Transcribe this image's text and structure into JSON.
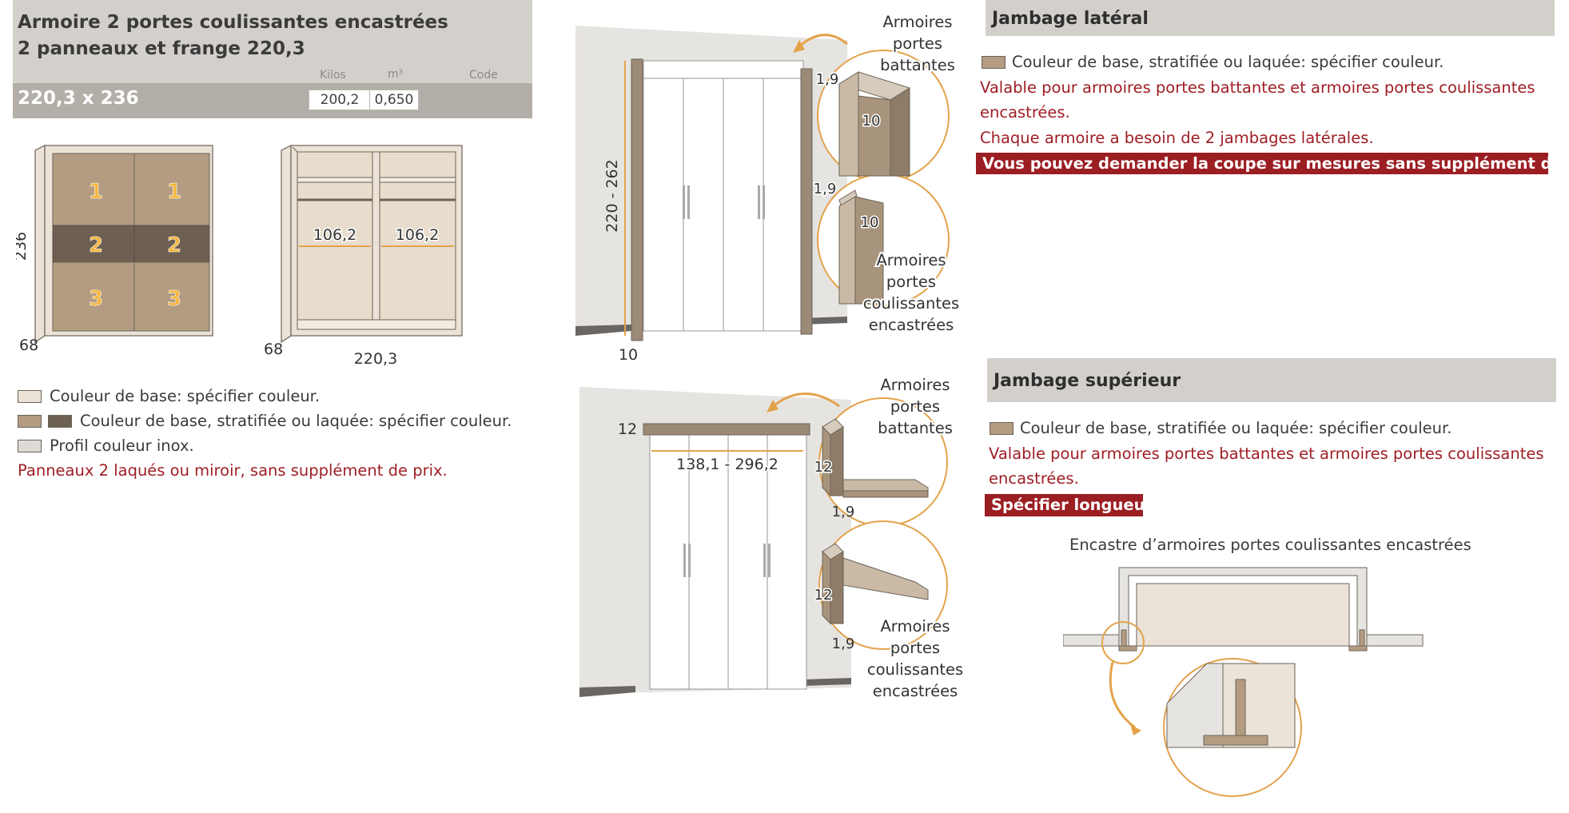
{
  "product": {
    "title_line1": "Armoire 2 portes coulissantes encastrées",
    "title_line2": "2 panneaux et frange 220,3",
    "col_kilos": "Kilos",
    "col_m3": "m³",
    "col_code": "Code",
    "dimensions": "220,3 x 236",
    "kilos": "200,2",
    "m3": "0,650",
    "code": ""
  },
  "front_view": {
    "height_label": "236",
    "depth_label": "68",
    "panel_numbers": [
      "1",
      "1",
      "2",
      "2",
      "3",
      "3"
    ]
  },
  "interior_view": {
    "depth_label": "68",
    "width_label": "220,3",
    "left_width": "106,2",
    "right_width": "106,2"
  },
  "legend": {
    "item1": "Couleur de base: spécifier couleur.",
    "item2": "Couleur de base, stratifiée ou laquée: spécifier couleur.",
    "item3": "Profil couleur inox.",
    "note": "Panneaux 2 laqués ou miroir, sans supplément de prix."
  },
  "lateral_diagram": {
    "height_range": "220 - 262",
    "thickness": "10",
    "label_hinged_1": "Armoires",
    "label_hinged_2": "portes",
    "label_hinged_3": "battantes",
    "detail1_a": "1,9",
    "detail1_b": "10",
    "detail2_a": "1,9",
    "detail2_b": "10",
    "label_sliding_1": "Armoires",
    "label_sliding_2": "portes",
    "label_sliding_3": "coulissantes",
    "label_sliding_4": "encastrées"
  },
  "top_diagram": {
    "thickness": "12",
    "width_range": "138,1 - 296,2",
    "label_hinged_1": "Armoires",
    "label_hinged_2": "portes",
    "label_hinged_3": "battantes",
    "detail1_a": "12",
    "detail1_b": "1,9",
    "detail2_a": "12",
    "detail2_b": "1,9",
    "label_sliding_1": "Armoires",
    "label_sliding_2": "portes",
    "label_sliding_3": "coulissantes",
    "label_sliding_4": "encastrées"
  },
  "jambage_lateral": {
    "heading": "Jambage latéral",
    "swatch_text": "Couleur de base, stratifiée ou laquée: spécifier couleur.",
    "red1a": "Valable pour armoires portes battantes et armoires portes coulissantes",
    "red1b": "encastrées.",
    "red2": "Chaque armoire a besoin de 2 jambages latérales.",
    "highlight": "Vous pouvez demander la coupe sur mesures sans supplément de prix."
  },
  "jambage_superieur": {
    "heading": "Jambage supérieur",
    "swatch_text": "Couleur de base, stratifiée ou laquée: spécifier couleur.",
    "red1a": "Valable pour armoires portes battantes et armoires portes coulissantes",
    "red1b": "encastrées.",
    "highlight": "Spécifier longueur.",
    "inset_caption": "Encastre d’armoires portes coulissantes encastrées"
  },
  "colors": {
    "header_gray": "#d3d0cb",
    "header_dark": "#b3aea7",
    "panel_light": "#b39c82",
    "panel_dark": "#6e5f53",
    "base_cream": "#ebe3d8",
    "inox": "#dedbd6",
    "accent_orange": "#e3a24a",
    "red_text": "#9e1e24",
    "red_bar": "#9b1e23"
  }
}
